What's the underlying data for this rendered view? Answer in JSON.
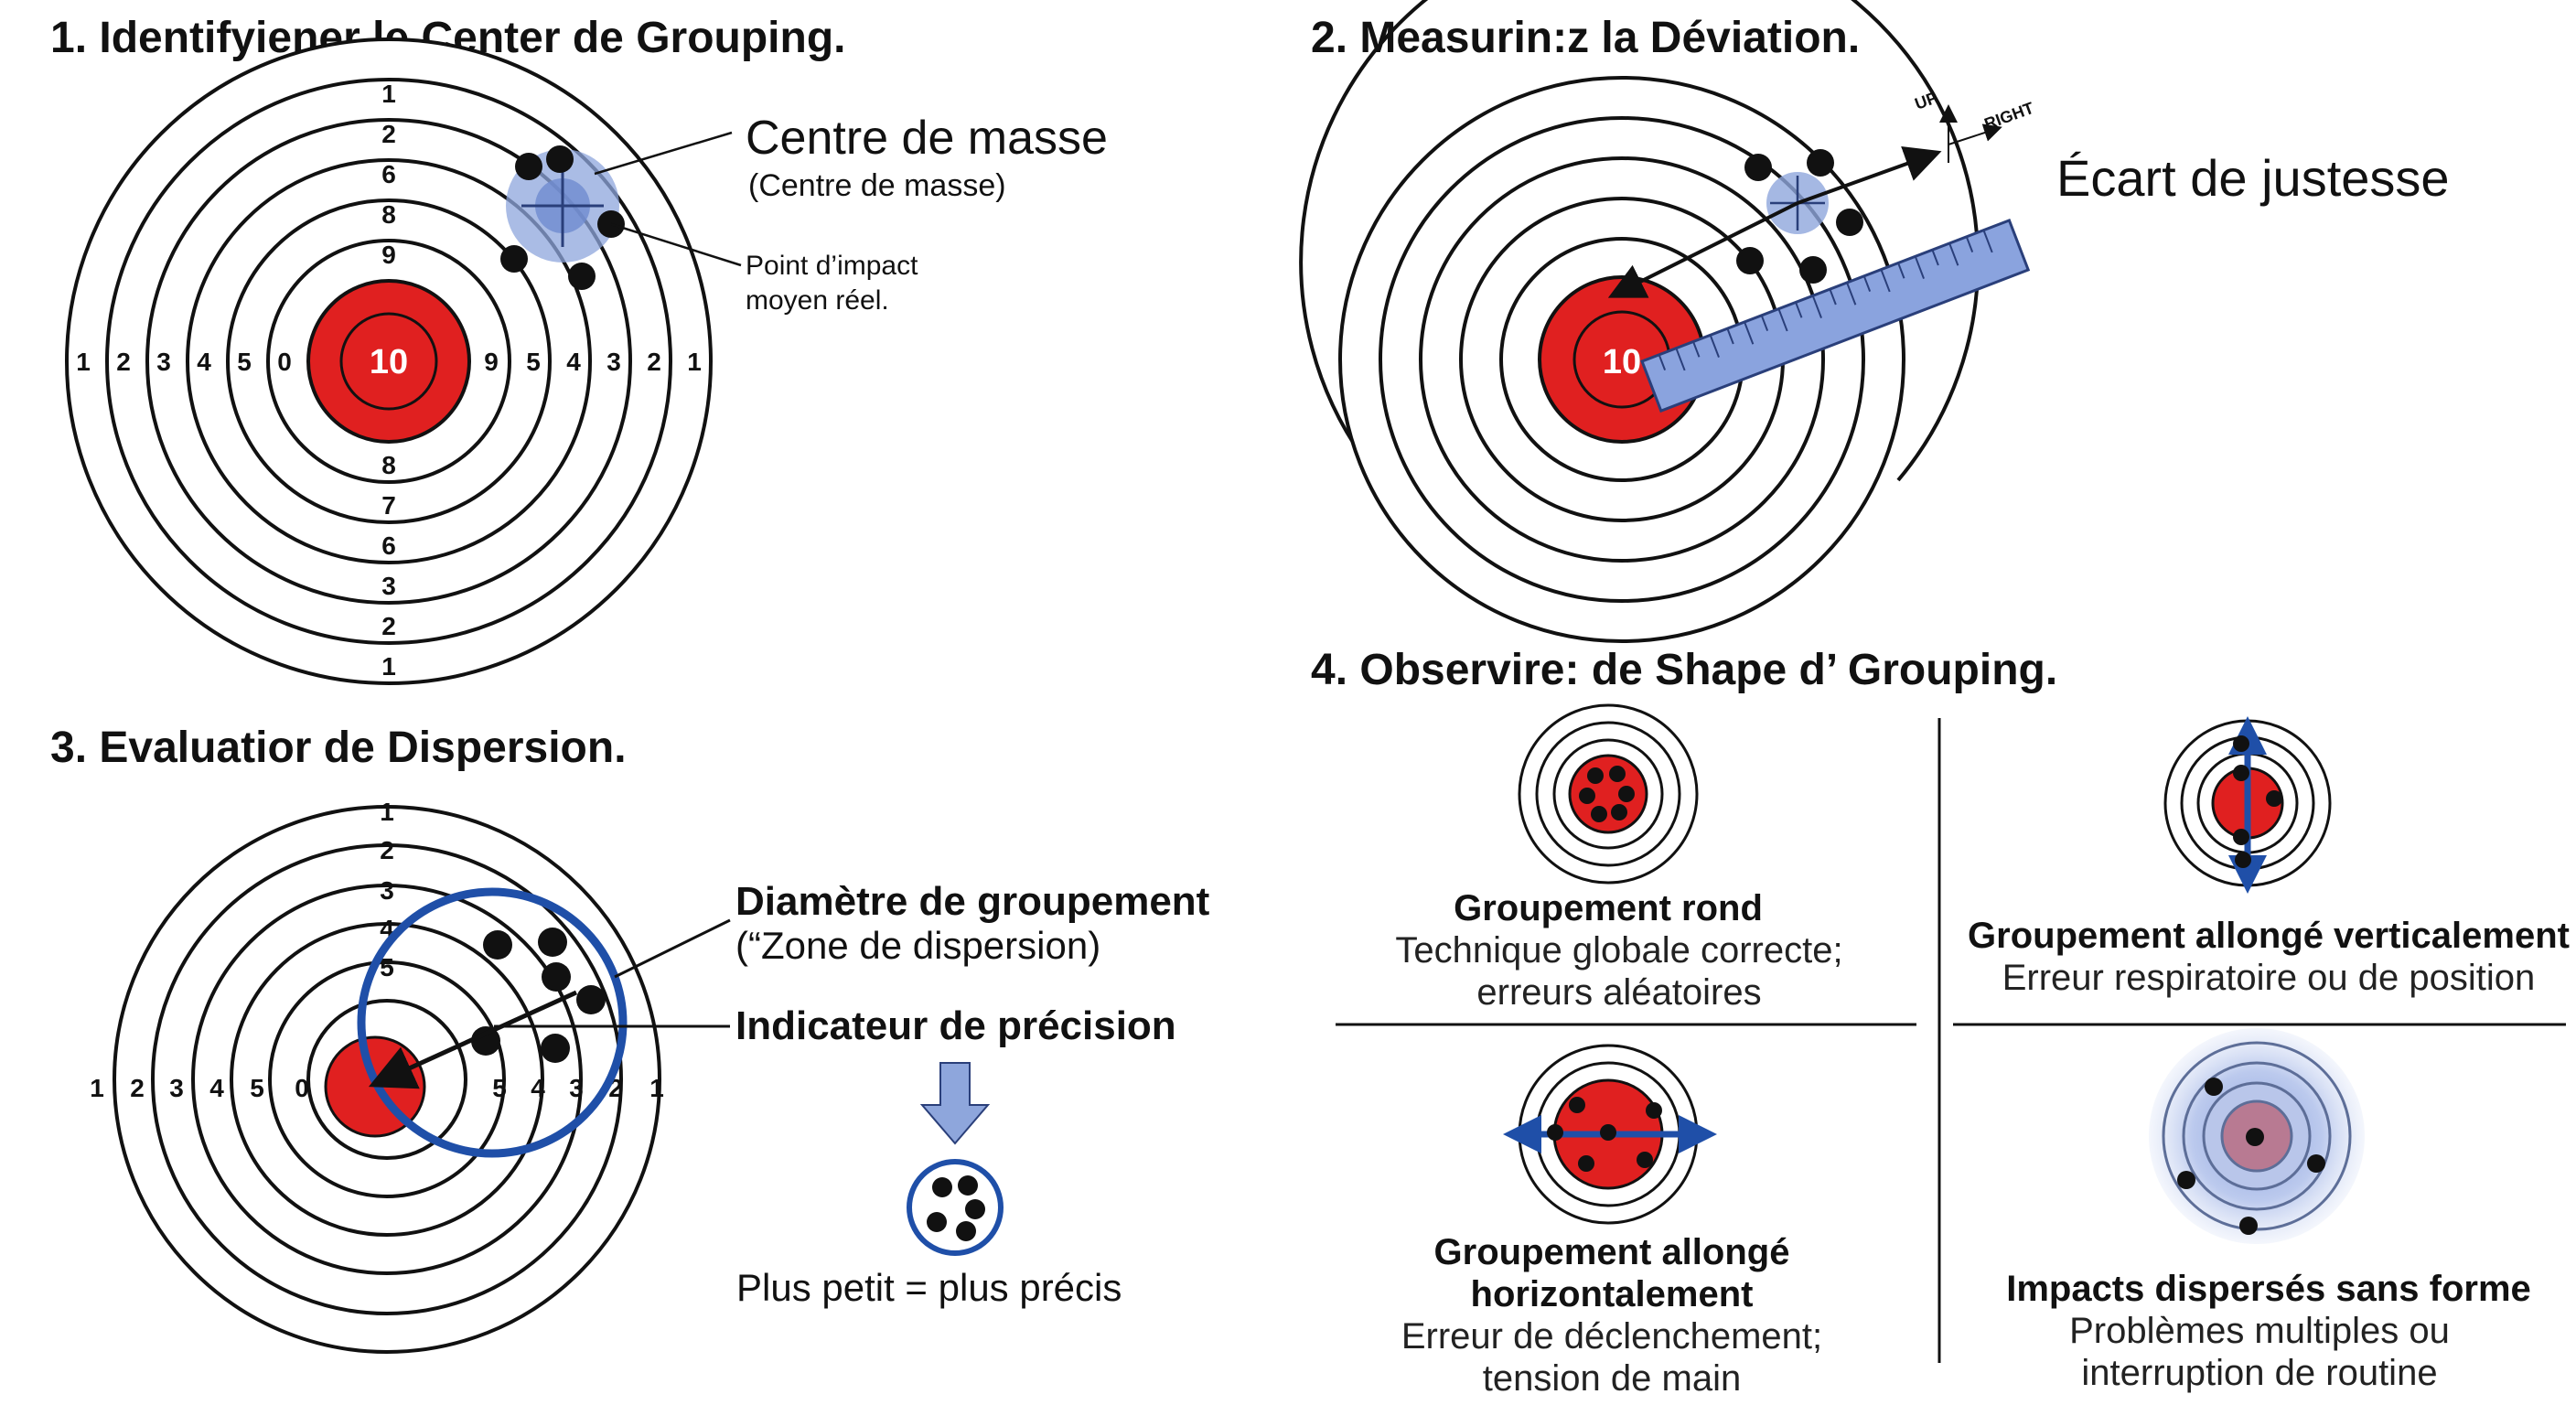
{
  "step1": {
    "title": "1. Identifyiener le Center de Grouping.",
    "bull": "10",
    "top_numbers": [
      "1",
      "2",
      "6",
      "8",
      "9"
    ],
    "bottom_numbers": [
      "8",
      "7",
      "6",
      "3",
      "2",
      "1"
    ],
    "left_numbers": [
      "1",
      "2",
      "3",
      "4",
      "5",
      "0"
    ],
    "right_numbers": [
      "9",
      "5",
      "4",
      "3",
      "2",
      "1"
    ],
    "label_main": "Centre de masse",
    "label_sub": "(Centre de masse)",
    "label_point_1": "Point d’impact",
    "label_point_2": "moyen réel."
  },
  "step2": {
    "title": "2. Measurin:z la Déviation.",
    "bull": "10",
    "up": "UP",
    "right": "RIGHT",
    "label": "Écart de justesse"
  },
  "step3": {
    "title": "3. Evaluatior de Dispersion.",
    "top_numbers": [
      "1",
      "2",
      "3",
      "4",
      "5"
    ],
    "left_numbers": [
      "1",
      "2",
      "3",
      "4",
      "5",
      "0"
    ],
    "right_numbers": [
      "5",
      "4",
      "3",
      "2",
      "1"
    ],
    "diam_bold": "Diamètre de groupement",
    "diam_sub": "(“Zone de dispersion)",
    "precision": "Indicateur de précision",
    "smaller": "Plus petit = plus précis"
  },
  "step4": {
    "title": "4. Observire: de Shape d’ Grouping.",
    "panels": [
      {
        "title": "Groupement rond",
        "line1": "Technique globale correcte;",
        "line2": "erreurs aléatoires"
      },
      {
        "title": "Groupement allongé verticalement",
        "line1": "Erreur respiratoire ou de position",
        "line2": ""
      },
      {
        "title": "Groupement allongé",
        "title2": "horizontalement",
        "line1": "Erreur de déclenchement;",
        "line2": "tension de main"
      },
      {
        "title": "Impacts dispersés sans forme",
        "line1": "Problèmes multiples ou",
        "line2": "interruption de routine"
      }
    ]
  },
  "colors": {
    "bull_red": "#e02020",
    "accent_blue": "#1f4fa8",
    "soft_blue": "#8ea6dc",
    "ruler_blue": "#8aa3de"
  }
}
